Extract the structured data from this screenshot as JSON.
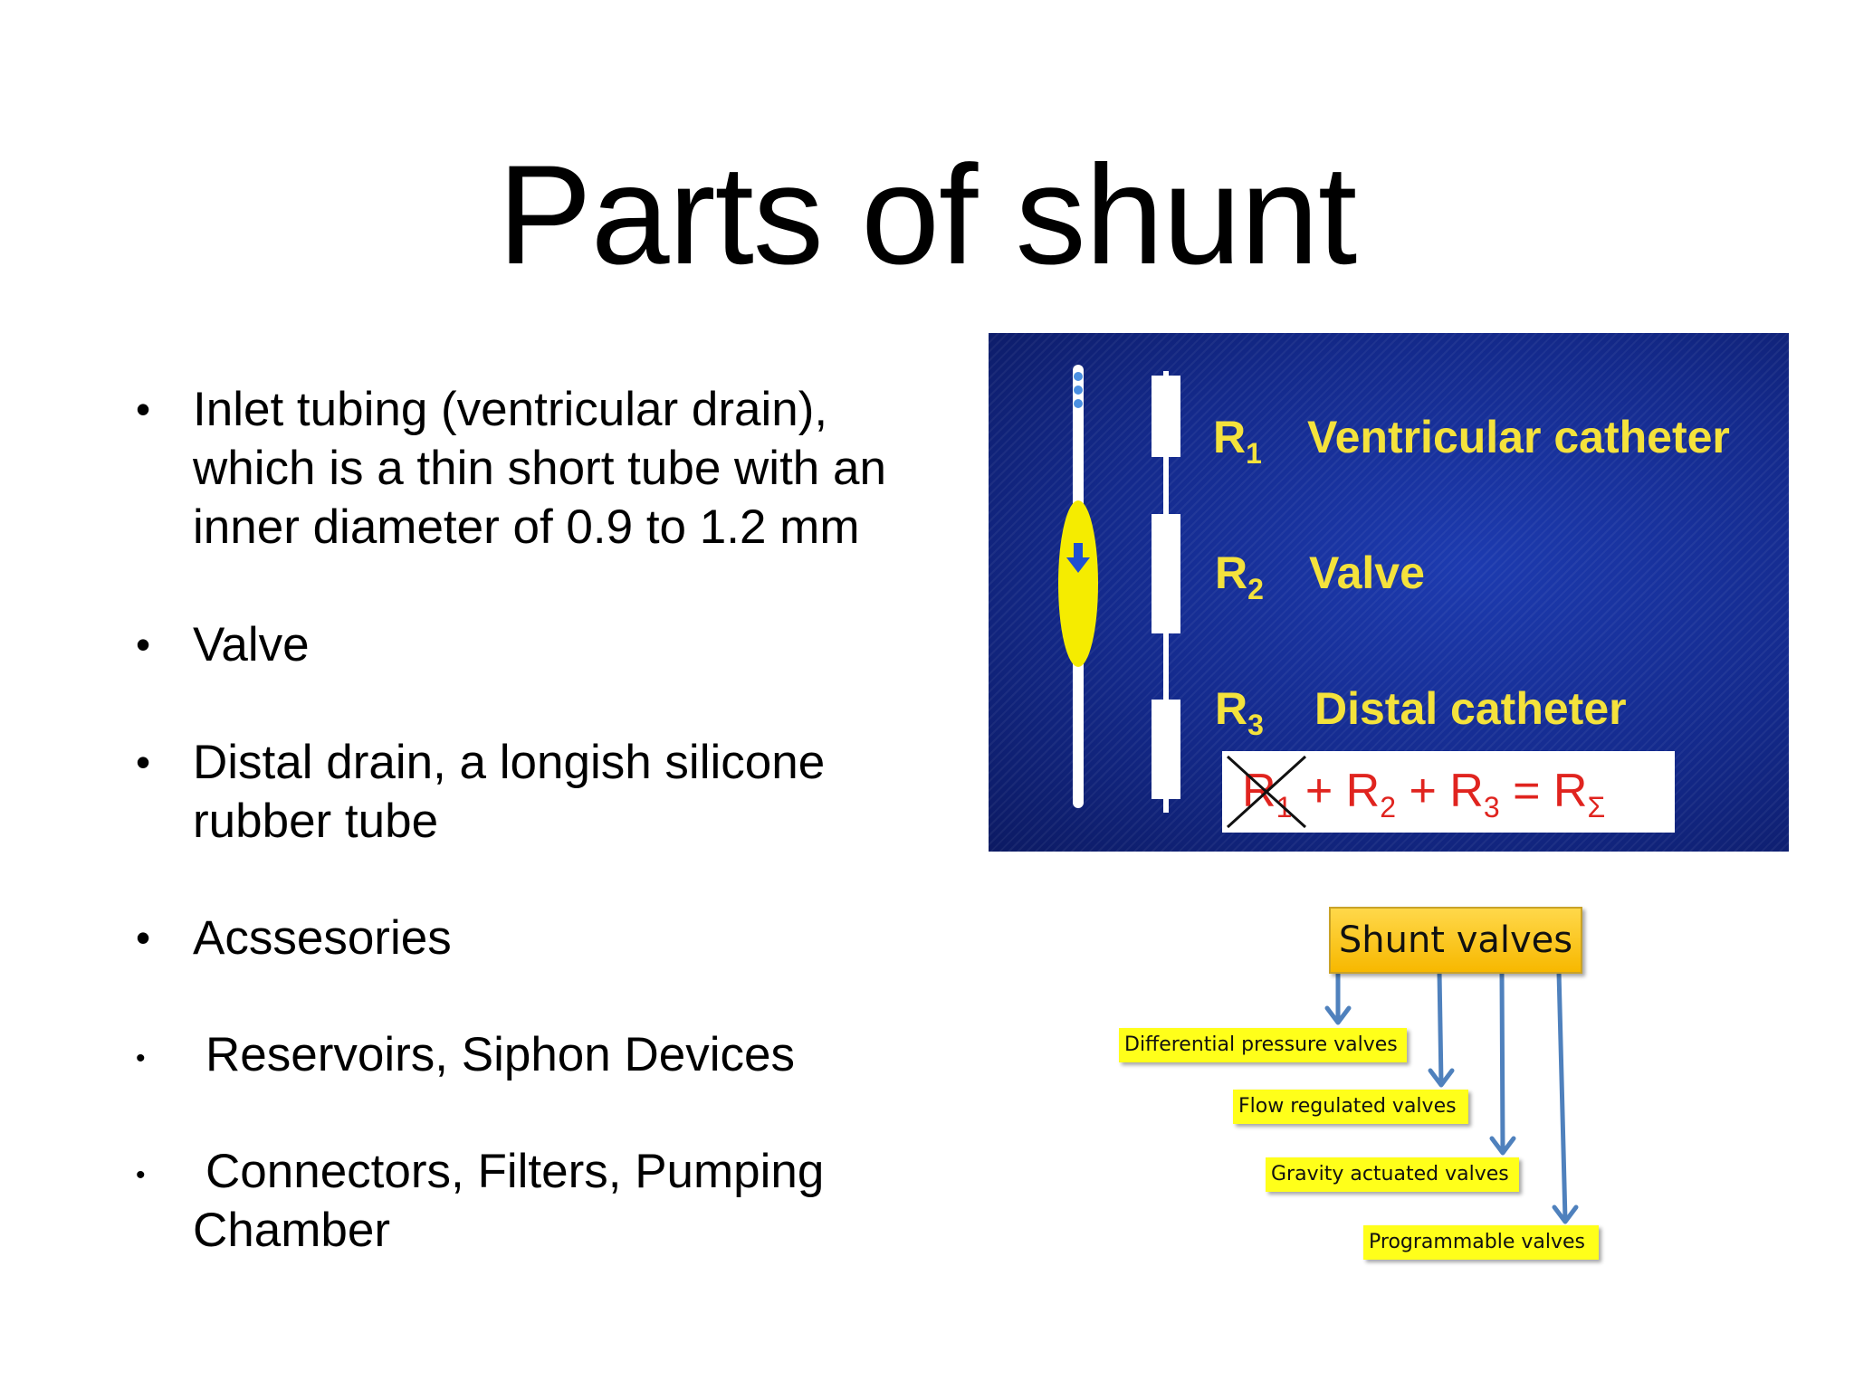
{
  "slide": {
    "title": "Parts of shunt"
  },
  "bullets": [
    {
      "text": "Inlet tubing (ventricular drain), which is a thin short tube with an inner diameter of 0.9 to 1.2 mm"
    },
    {
      "text": "Valve"
    },
    {
      "text": "Distal drain, a longish silicone rubber tube"
    },
    {
      "text": "Acssesories"
    },
    {
      "text": "Reservoirs, Siphon Devices"
    },
    {
      "text": "Connectors, Filters, Pumping Chamber"
    }
  ],
  "resistance_panel": {
    "rows": [
      {
        "symbol": "R",
        "sub": "1",
        "name": "Ventricular catheter"
      },
      {
        "symbol": "R",
        "sub": "2",
        "name": "Valve"
      },
      {
        "symbol": "R",
        "sub": "3",
        "name": "Distal catheter"
      }
    ],
    "formula": {
      "r1": "R",
      "r1_sub": "1",
      "plus1": "+",
      "r2": "R",
      "r2_sub": "2",
      "plus2": "+",
      "r3": "R",
      "r3_sub": "3",
      "eq": "=",
      "rs": "R",
      "rs_sub": "Σ"
    },
    "colors": {
      "label": "#f4e23c",
      "formula": "#e0241f",
      "background": "#142a8c"
    }
  },
  "shunt_valves": {
    "title": "Shunt valves",
    "types": [
      "Differential pressure valves",
      "Flow regulated valves",
      "Gravity actuated valves",
      "Programmable valves"
    ],
    "colors": {
      "title_bg": "#f7b800",
      "box_bg": "#ffff1a",
      "arrow": "#4f81bd"
    }
  }
}
